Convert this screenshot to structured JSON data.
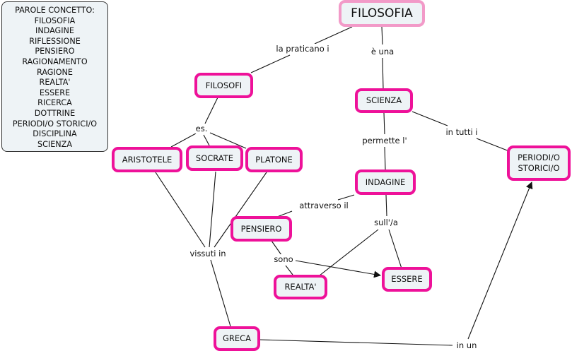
{
  "legend": {
    "title": "PAROLE CONCETTO:",
    "items": [
      "FILOSOFIA",
      "INDAGINE",
      "RIFLESSIONE",
      "PENSIERO",
      "RAGIONAMENTO",
      "RAGIONE",
      "REALTA'",
      "ESSERE",
      "RICERCA",
      "DOTTRINE",
      "PERIODI/O STORICI/O",
      "DISCIPLINA",
      "SCIENZA"
    ]
  },
  "colors": {
    "node_border": "#ee1199",
    "root_border": "#f29ac8",
    "node_fill": "#eef3f6",
    "line": "#111111"
  },
  "concepts": {
    "filosofia": "FILOSOFIA",
    "filosofi": "FILOSOFI",
    "scienza": "SCIENZA",
    "aristotele": "ARISTOTELE",
    "socrate": "SOCRATE",
    "platone": "PLATONE",
    "indagine": "INDAGINE",
    "periodi_line1": "PERIODI/O",
    "periodi_line2": "STORICI/O",
    "pensiero": "PENSIERO",
    "realta": "REALTA'",
    "essere": "ESSERE",
    "greca": "GRECA"
  },
  "linking_phrases": {
    "la_praticano_i": "la praticano i",
    "e_una": "è una",
    "es": "es.",
    "permette_l": "permette l'",
    "in_tutti_i": "in tutti i",
    "attraverso_il": "attraverso il",
    "sull_a": "sull'/a",
    "vissuti_in": "vissuti in",
    "sono": "sono",
    "in_un": "in un"
  }
}
